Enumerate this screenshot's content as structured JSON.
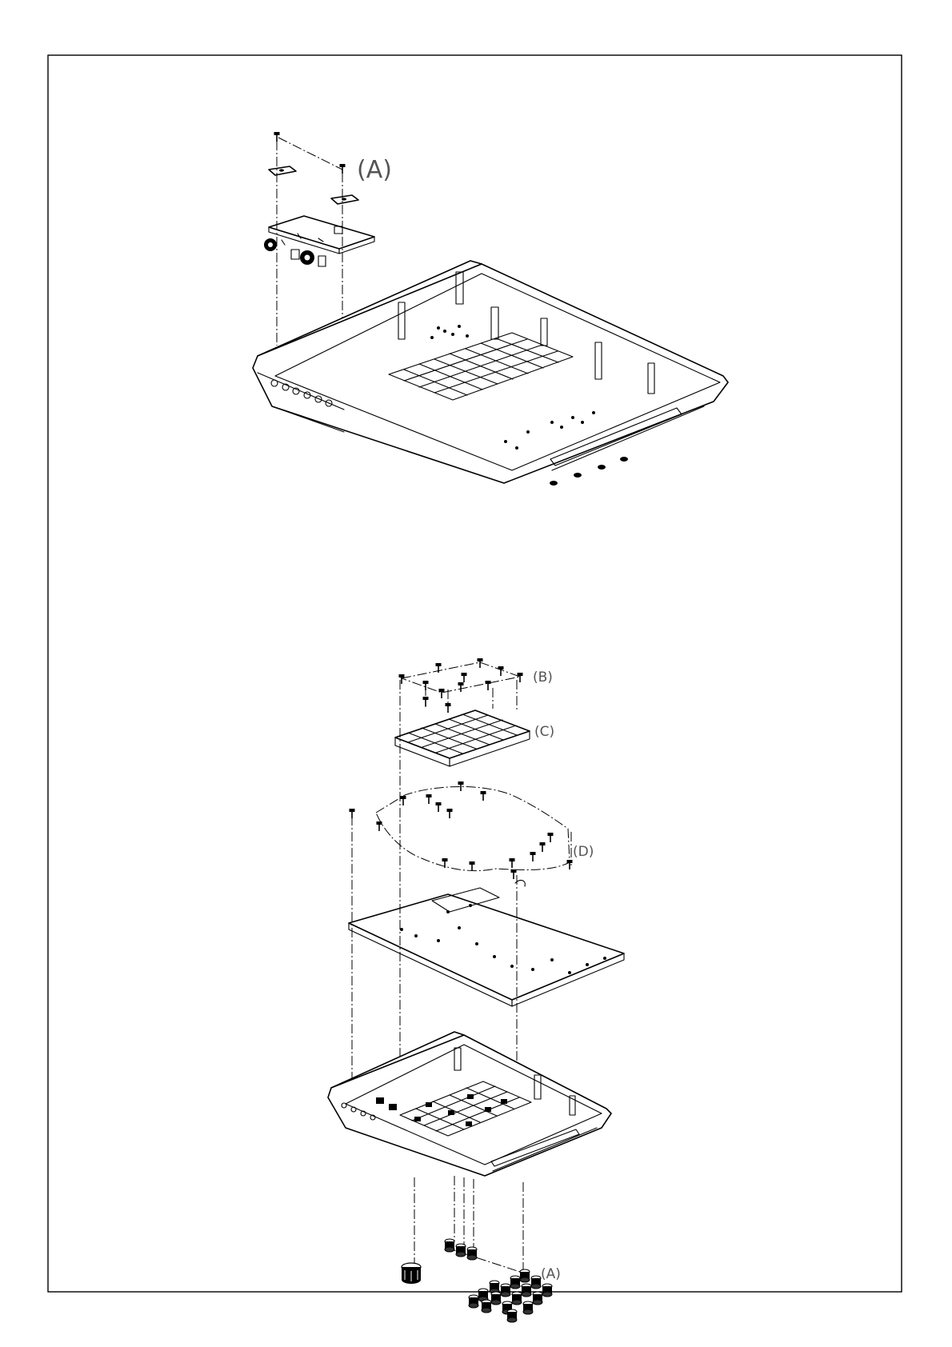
{
  "labels": {
    "top_a": "(A)",
    "b": "(B)",
    "c": "(C)",
    "d": "(D)",
    "bottom_a": "(A)"
  }
}
